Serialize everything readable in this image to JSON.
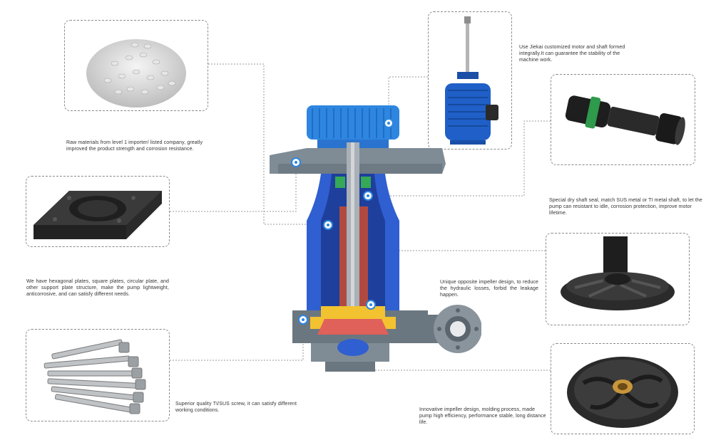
{
  "captions": {
    "raw_materials": "Raw materials from level 1 importer/ listed company, greatly improved the product strength and corrosion resistance.",
    "plates": "We have hexagonal plates, square plates, circular plate, and other support plate structure, make the pump lightweight, anticorrosive, and can satisfy different needs.",
    "screws": "Superior quality TI/SUS screw, it can satisfy different working conditions.",
    "motor": "Use Jiekai customized motor and shaft formed integrally.It can guarantee the stability of the machine work.",
    "shaft_seal": "Special dry shaft seal, match SUS metal or TI metal shaft, to let the pump can resistant to idle, corrosion protection, improve motor lifetime.",
    "opposite_impeller": "Unique opposite impeller design, to reduce the hydraulic losses, forbid the leakage happen.",
    "innovative_impeller": "Innovative impeller design, molding process, made pump high efficiency, performance stable, long distance life."
  },
  "colors": {
    "pump_blue": "#2f5fd0",
    "pump_blue_dark": "#1f3f9c",
    "fan_blue": "#2e86e0",
    "support_gray": "#7f8c96",
    "casing_gray": "#6b7780",
    "impeller_red": "#e0605a",
    "impeller_yellow": "#f2c230",
    "shaft_gray": "#a9b0b6",
    "connector": "#9a9a9a"
  }
}
